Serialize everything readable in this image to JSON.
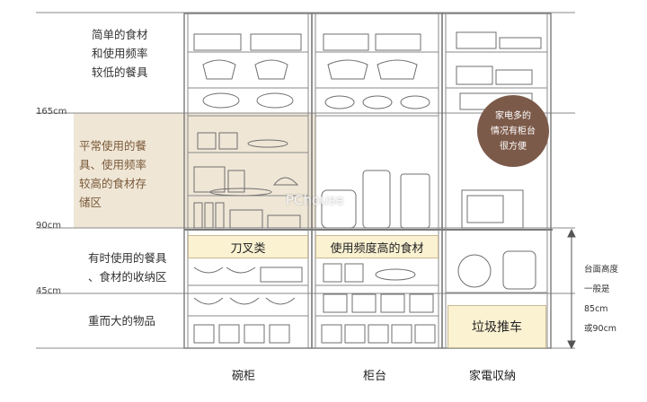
{
  "levels": {
    "h165": "165cm",
    "h90": "90cm",
    "h45": "45cm"
  },
  "zones": {
    "top": "简单的食材\n和使用频率\n较低的餐具",
    "middle": "平常使用的餐\n具、使用频率\n较高的食材存\n储区",
    "lower": "有时使用的餐具\n、食材的收纳区",
    "bottom": "重而大的物品"
  },
  "labels": {
    "knives": "刀叉类",
    "frequent_food": "使用频度高的食材",
    "trash_cart": "垃圾推车"
  },
  "bubble": [
    "家电多的",
    "情况有柜台",
    "很方便"
  ],
  "counter_note": [
    "台面高度",
    "一般是",
    "85cm",
    "或90cm"
  ],
  "columns": {
    "cupboard": "碗柜",
    "counter": "柜台",
    "appliance": "家電収納"
  },
  "watermark": "PChouse",
  "colors": {
    "line": "#8a8a8a",
    "highlight": "#efe6d6",
    "label_fill": "#fbf2d2",
    "bubble": "#7c5a4a"
  }
}
